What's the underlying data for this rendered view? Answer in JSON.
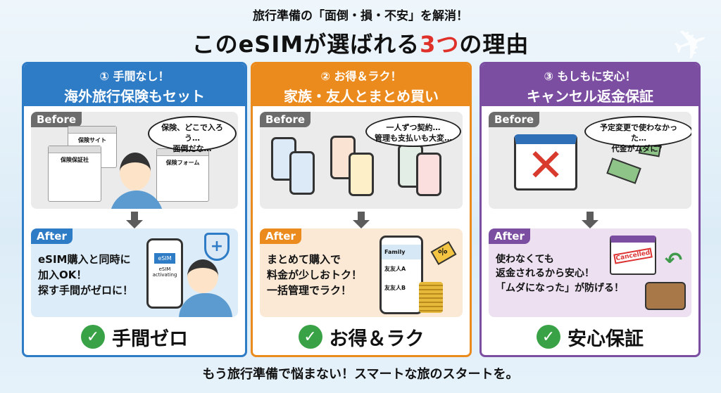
{
  "header": {
    "subtitle": "旅行準備の「面倒・損・不安」を解消！",
    "title_pre": "このeSIMが選ばれる",
    "title_num": "3つ",
    "title_post": "の理由"
  },
  "labels": {
    "before": "Before",
    "after": "After"
  },
  "panels": [
    {
      "number_title": "① 手間なし！",
      "title": "海外旅行保険もセット",
      "bubble": [
        "保険、どこで入ろう…",
        "面倒だな…"
      ],
      "windows": [
        "保険サイト",
        "保険保証社",
        "保険フォーム"
      ],
      "after_lines": [
        "eSIM購入と同時に",
        "加入OK！",
        "探す手間がゼロに！"
      ],
      "phone_badge": "eSIM",
      "phone_text": "eSIM activating",
      "footer": "手間ゼロ",
      "color": "#2f7cc6"
    },
    {
      "number_title": "② お得＆ラク！",
      "title": "家族・友人とまとめ買い",
      "bubble": [
        "一人ずつ契約…",
        "管理も支払いも大変…"
      ],
      "after_lines": [
        "まとめて購入で",
        "料金が少しおトク！",
        "一括管理でラク！"
      ],
      "list": [
        "Family",
        "友友人A",
        "友友人B"
      ],
      "footer": "お得＆ラク",
      "color": "#ec8b1d"
    },
    {
      "number_title": "③ もしもに安心！",
      "title": "キャンセル返金保証",
      "bubble": [
        "予定変更で使わなかった…",
        "代金がムダに？"
      ],
      "after_lines": [
        "使わなくても",
        "返金されるから安心！",
        "「ムダになった」が防げる！"
      ],
      "stamp": "Cancelled",
      "footer": "安心保証",
      "color": "#7b4ea2"
    }
  ],
  "bottom": "もう旅行準備で悩まない！スマートな旅のスタートを。"
}
